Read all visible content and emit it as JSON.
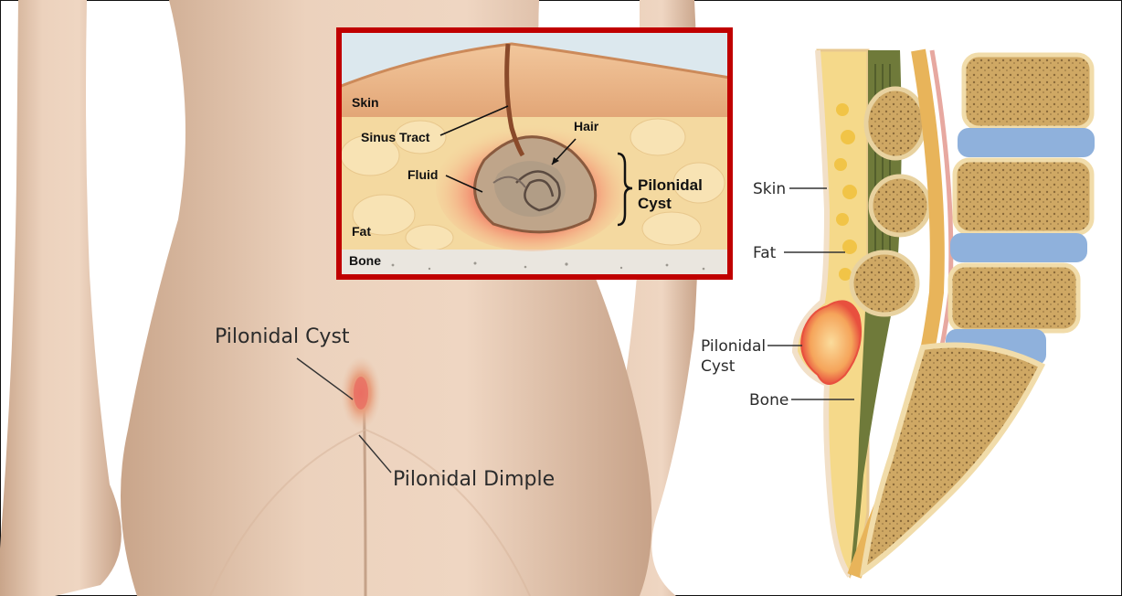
{
  "back_view": {
    "label_cyst": "Pilonidal Cyst",
    "label_dimple": "Pilonidal Dimple"
  },
  "inset": {
    "border_color": "#c00000",
    "label_skin": "Skin",
    "label_sinus": "Sinus Tract",
    "label_hair": "Hair",
    "label_fluid": "Fluid",
    "label_cyst_line1": "Pilonidal",
    "label_cyst_line2": "Cyst",
    "label_fat": "Fat",
    "label_bone": "Bone"
  },
  "cross_section": {
    "label_skin": "Skin",
    "label_fat": "Fat",
    "label_cyst_line1": "Pilonidal",
    "label_cyst_line2": "Cyst",
    "label_bone": "Bone"
  },
  "colors": {
    "skin": "#e9cbb0",
    "inflammation": "#e8504a",
    "fat": "#f5d98a",
    "bone": "#d9b56a",
    "disc": "#8fb1dc"
  }
}
